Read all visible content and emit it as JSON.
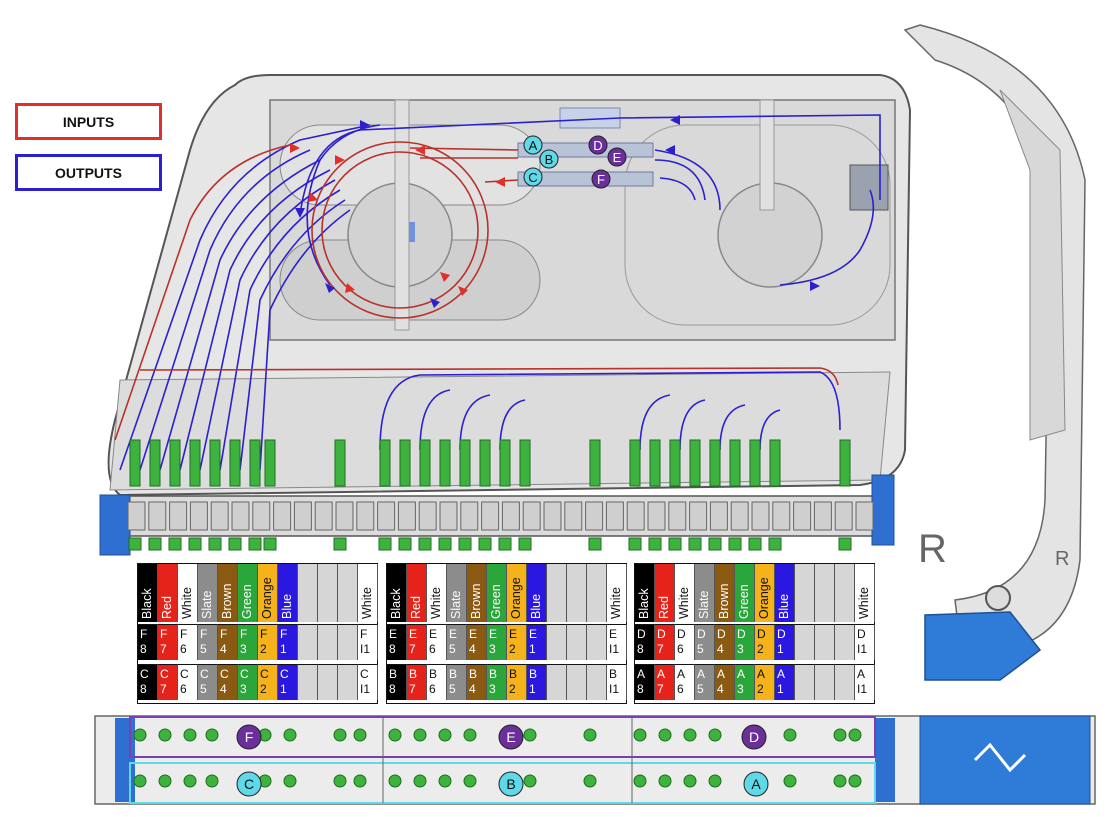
{
  "legend": {
    "inputs_label": "INPUTS",
    "outputs_label": "OUTPUTS",
    "inputs_color": "#e0302a",
    "outputs_color": "#2c1fd0"
  },
  "fiber_colors": {
    "Black": "#000000",
    "Red": "#e5231b",
    "White": "#ffffff",
    "Slate": "#8c8c8c",
    "Brown": "#8a5a12",
    "Green": "#2aa63a",
    "Orange": "#f6b21b",
    "Blue": "#2a18e0",
    "Empty": "#d6d6d6"
  },
  "splitter_labels": {
    "inputs": [
      "A",
      "B",
      "C"
    ],
    "outputs": [
      "D",
      "E",
      "F"
    ],
    "input_color": "#5fd8e8",
    "output_color": "#6b2f9a"
  },
  "tables": [
    {
      "header": [
        "Black",
        "Red",
        "White",
        "Slate",
        "Brown",
        "Green",
        "Orange",
        "Blue",
        "",
        "",
        "",
        "White"
      ],
      "header_colors": [
        "Black",
        "Red",
        "White",
        "Slate",
        "Brown",
        "Green",
        "Orange",
        "Blue",
        "Empty",
        "Empty",
        "Empty",
        "White"
      ],
      "rows": [
        [
          "F 8",
          "F 7",
          "F 6",
          "F 5",
          "F 4",
          "F 3",
          "F 2",
          "F 1",
          "",
          "",
          "",
          "F I1"
        ],
        [
          "C 8",
          "C 7",
          "C 6",
          "C 5",
          "C 4",
          "C 3",
          "C 2",
          "C 1",
          "",
          "",
          "",
          "C I1"
        ]
      ]
    },
    {
      "header": [
        "Black",
        "Red",
        "White",
        "Slate",
        "Brown",
        "Green",
        "Orange",
        "Blue",
        "",
        "",
        "",
        "White"
      ],
      "header_colors": [
        "Black",
        "Red",
        "White",
        "Slate",
        "Brown",
        "Green",
        "Orange",
        "Blue",
        "Empty",
        "Empty",
        "Empty",
        "White"
      ],
      "rows": [
        [
          "E 8",
          "E 7",
          "E 6",
          "E 5",
          "E 4",
          "E 3",
          "E 2",
          "E 1",
          "",
          "",
          "",
          "E I1"
        ],
        [
          "B 8",
          "B 7",
          "B 6",
          "B 5",
          "B 4",
          "B 3",
          "B 2",
          "B 1",
          "",
          "",
          "",
          "B I1"
        ]
      ]
    },
    {
      "header": [
        "Black",
        "Red",
        "White",
        "Slate",
        "Brown",
        "Green",
        "Orange",
        "Blue",
        "",
        "",
        "",
        "White"
      ],
      "header_colors": [
        "Black",
        "Red",
        "White",
        "Slate",
        "Brown",
        "Green",
        "Orange",
        "Blue",
        "Empty",
        "Empty",
        "Empty",
        "White"
      ],
      "rows": [
        [
          "D 8",
          "D 7",
          "D 6",
          "D 5",
          "D 4",
          "D 3",
          "D 2",
          "D 1",
          "",
          "",
          "",
          "D I1"
        ],
        [
          "A 8",
          "A 7",
          "A 6",
          "A 5",
          "A 4",
          "A 3",
          "A 2",
          "A 1",
          "",
          "",
          "",
          "A I1"
        ]
      ]
    }
  ],
  "panel_labels": {
    "top": [
      "F",
      "E",
      "D"
    ],
    "bottom": [
      "C",
      "B",
      "A"
    ]
  },
  "housing_marks": {
    "r_mark": "R",
    "r_mark_small": "R"
  }
}
